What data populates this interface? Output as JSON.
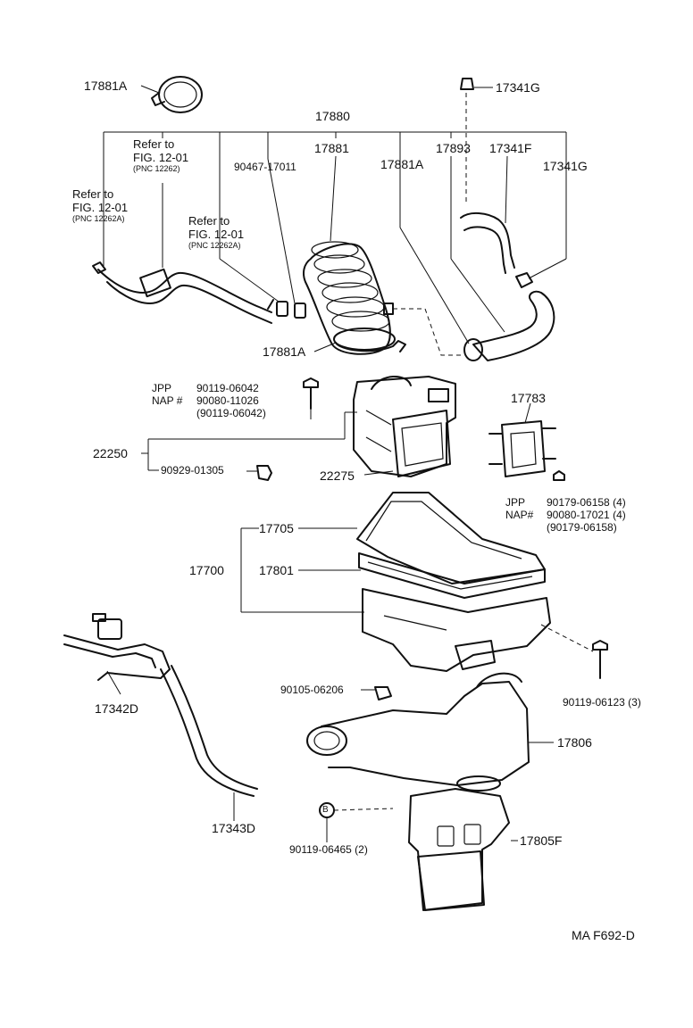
{
  "labels": {
    "p17881A_top": "17881A",
    "p17341G_top": "17341G",
    "p17880": "17880",
    "p17881": "17881",
    "p17893": "17893",
    "p17341F": "17341F",
    "p17341G_right": "17341G",
    "p90467": "90467-17011",
    "p17881A_mid": "17881A",
    "p17881A_low": "17881A",
    "p22250": "22250",
    "p90929": "90929-01305",
    "p22275": "22275",
    "p17783": "17783",
    "p17705": "17705",
    "p17700": "17700",
    "p17801": "17801",
    "p17342D": "17342D",
    "p17343D": "17343D",
    "p90105": "90105-06206",
    "p17806": "17806",
    "p90119_06123": "90119-06123 (3)",
    "p90119_06465": "90119-06465 (2)",
    "p17805F": "17805F",
    "figure_code": "MA F692-D"
  },
  "refs": {
    "ref_a": {
      "line1": "Refer to",
      "line2": "FIG. 12-01",
      "line3": "(PNC 12262)"
    },
    "ref_b": {
      "line1": "Refer to",
      "line2": "FIG. 12-01",
      "line3": "(PNC 12262A)"
    },
    "ref_c": {
      "line1": "Refer to",
      "line2": "FIG. 12-01",
      "line3": "(PNC 12262A)"
    }
  },
  "bolt_22250": {
    "jpp": "JPP",
    "nap": "NAP #",
    "pn1": "90119-06042",
    "pn2": "90080-11026",
    "pn3": "(90119-06042)"
  },
  "bolt_17700": {
    "jpp": "JPP",
    "nap": "NAP#",
    "pn1": "90179-06158 (4)",
    "pn2": "90080-17021 (4)",
    "pn3": "(90179-06158)"
  },
  "callout_b": "B"
}
